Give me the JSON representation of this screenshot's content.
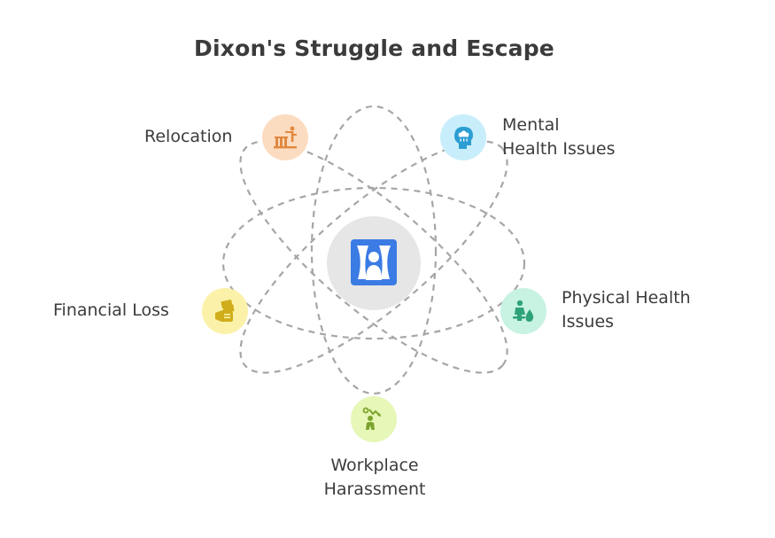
{
  "title": "Dixon's Struggle and Escape",
  "center": {
    "icon": "person-spotlight-icon"
  },
  "nodes": [
    {
      "id": "relocation",
      "label_lines": [
        "Relocation"
      ],
      "icon": "relocation-icon",
      "color": "#fbdcc0",
      "icon_color": "#e2883f"
    },
    {
      "id": "mental-health",
      "label_lines": [
        "Mental",
        "Health Issues"
      ],
      "icon": "brain-cloud-icon",
      "color": "#c9eefb",
      "icon_color": "#2d9ed3"
    },
    {
      "id": "physical-health",
      "label_lines": [
        "Physical Health",
        "Issues"
      ],
      "icon": "physical-health-icon",
      "color": "#c8f2e2",
      "icon_color": "#2fa378"
    },
    {
      "id": "workplace-harassment",
      "label_lines": [
        "Workplace",
        "Harassment"
      ],
      "icon": "workplace-harassment-icon",
      "color": "#e6f7b7",
      "icon_color": "#7ba32c"
    },
    {
      "id": "financial-loss",
      "label_lines": [
        "Financial Loss"
      ],
      "icon": "money-hand-icon",
      "color": "#fbf1a9",
      "icon_color": "#d0ae1b"
    }
  ],
  "colors": {
    "orbit": "#a6a6a6",
    "center_disc": "#e6e6e6",
    "center_icon": "#3b7be4"
  }
}
